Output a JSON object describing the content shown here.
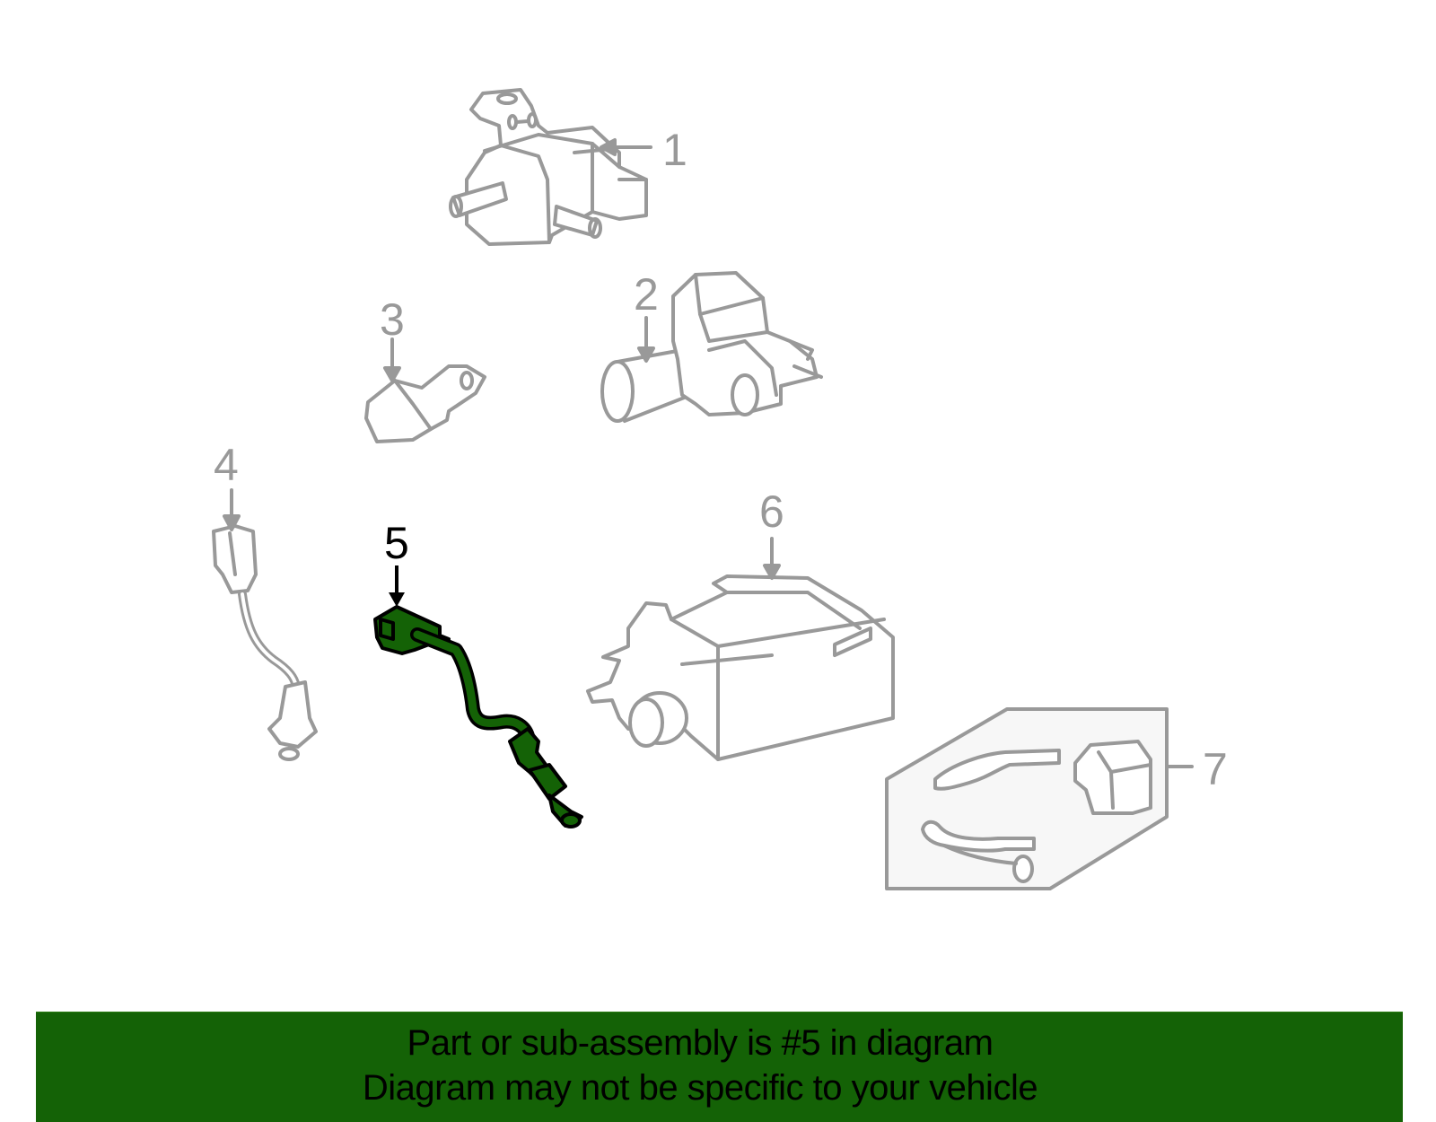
{
  "diagram": {
    "highlighted_part": "5",
    "highlight_color": "#146206",
    "outline_color": "#999999",
    "callouts": [
      {
        "id": "1",
        "label": "1",
        "highlighted": false
      },
      {
        "id": "2",
        "label": "2",
        "highlighted": false
      },
      {
        "id": "3",
        "label": "3",
        "highlighted": false
      },
      {
        "id": "4",
        "label": "4",
        "highlighted": false
      },
      {
        "id": "5",
        "label": "5",
        "highlighted": true
      },
      {
        "id": "6",
        "label": "6",
        "highlighted": false
      },
      {
        "id": "7",
        "label": "7",
        "highlighted": false
      }
    ]
  },
  "banner": {
    "line1": "Part or sub-assembly is #5 in diagram",
    "line2": "Diagram may not be specific to your vehicle",
    "background": "#146206"
  }
}
